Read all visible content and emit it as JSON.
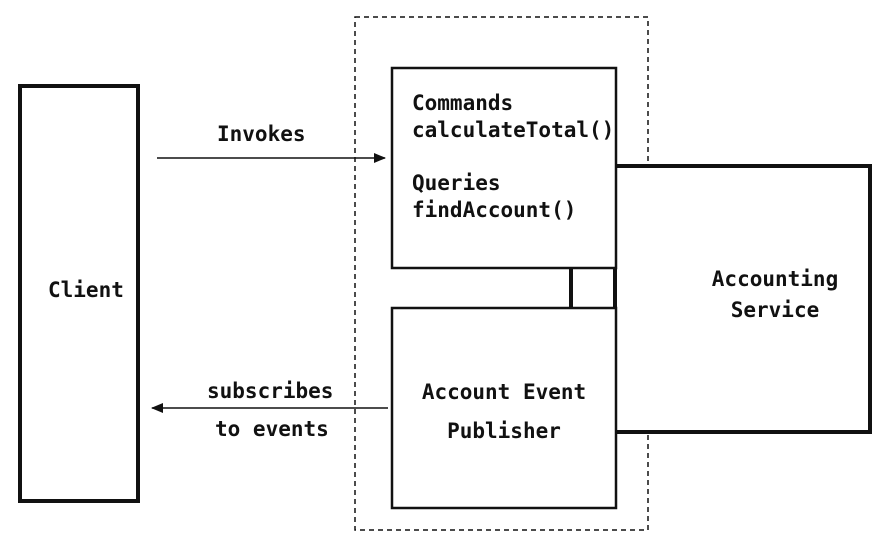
{
  "client": {
    "label": "Client"
  },
  "api_box": {
    "commands_heading": "Commands",
    "command_method": "calculateTotal()",
    "queries_heading": "Queries",
    "query_method": "findAccount()"
  },
  "publisher_box": {
    "line1": "Account Event",
    "line2": "Publisher"
  },
  "service": {
    "line1": "Accounting",
    "line2": "Service"
  },
  "invokes_arrow": {
    "label": "Invokes"
  },
  "subscribe_arrow": {
    "line1": "subscribes",
    "line2": "to events"
  },
  "colors": {
    "stroke": "#111111",
    "background": "#ffffff"
  }
}
